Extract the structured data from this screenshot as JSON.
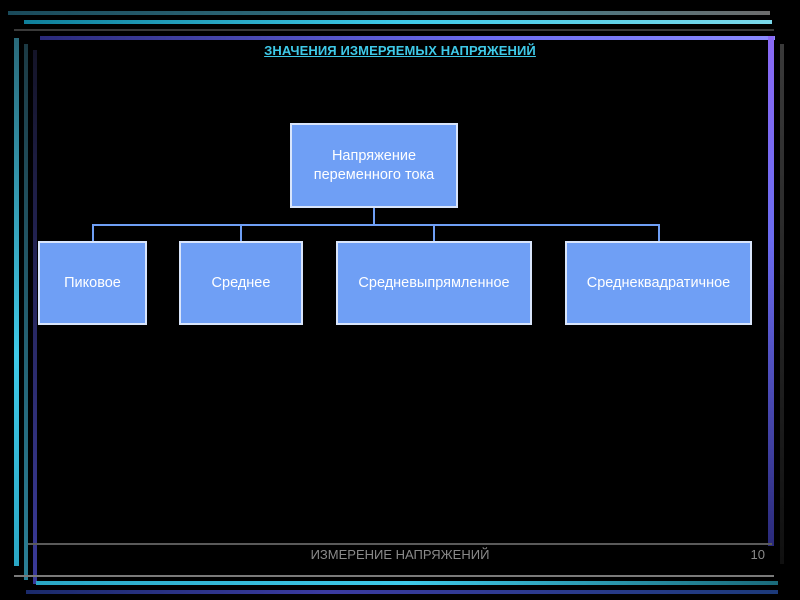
{
  "slide": {
    "title": "ЗНАЧЕНИЯ ИЗМЕРЯЕМЫХ НАПРЯЖЕНИЙ",
    "footer": "ИЗМЕРЕНИЕ НАПРЯЖЕНИЙ",
    "page_number": "10"
  },
  "diagram": {
    "root": {
      "label": "Напряжение переменного тока"
    },
    "children": [
      {
        "label": "Пиковое"
      },
      {
        "label": "Среднее"
      },
      {
        "label": "Средневыпрямленное"
      },
      {
        "label": "Среднеквадратичное"
      }
    ]
  },
  "colors": {
    "background": "#000000",
    "node_fill": "#6f9ff5",
    "node_border": "#d9e5fb",
    "title": "#3ec9e8",
    "footer_text": "#8a8a8a",
    "frame_cyan": "#3ec9e8",
    "frame_purple": "#6b6bf0"
  }
}
